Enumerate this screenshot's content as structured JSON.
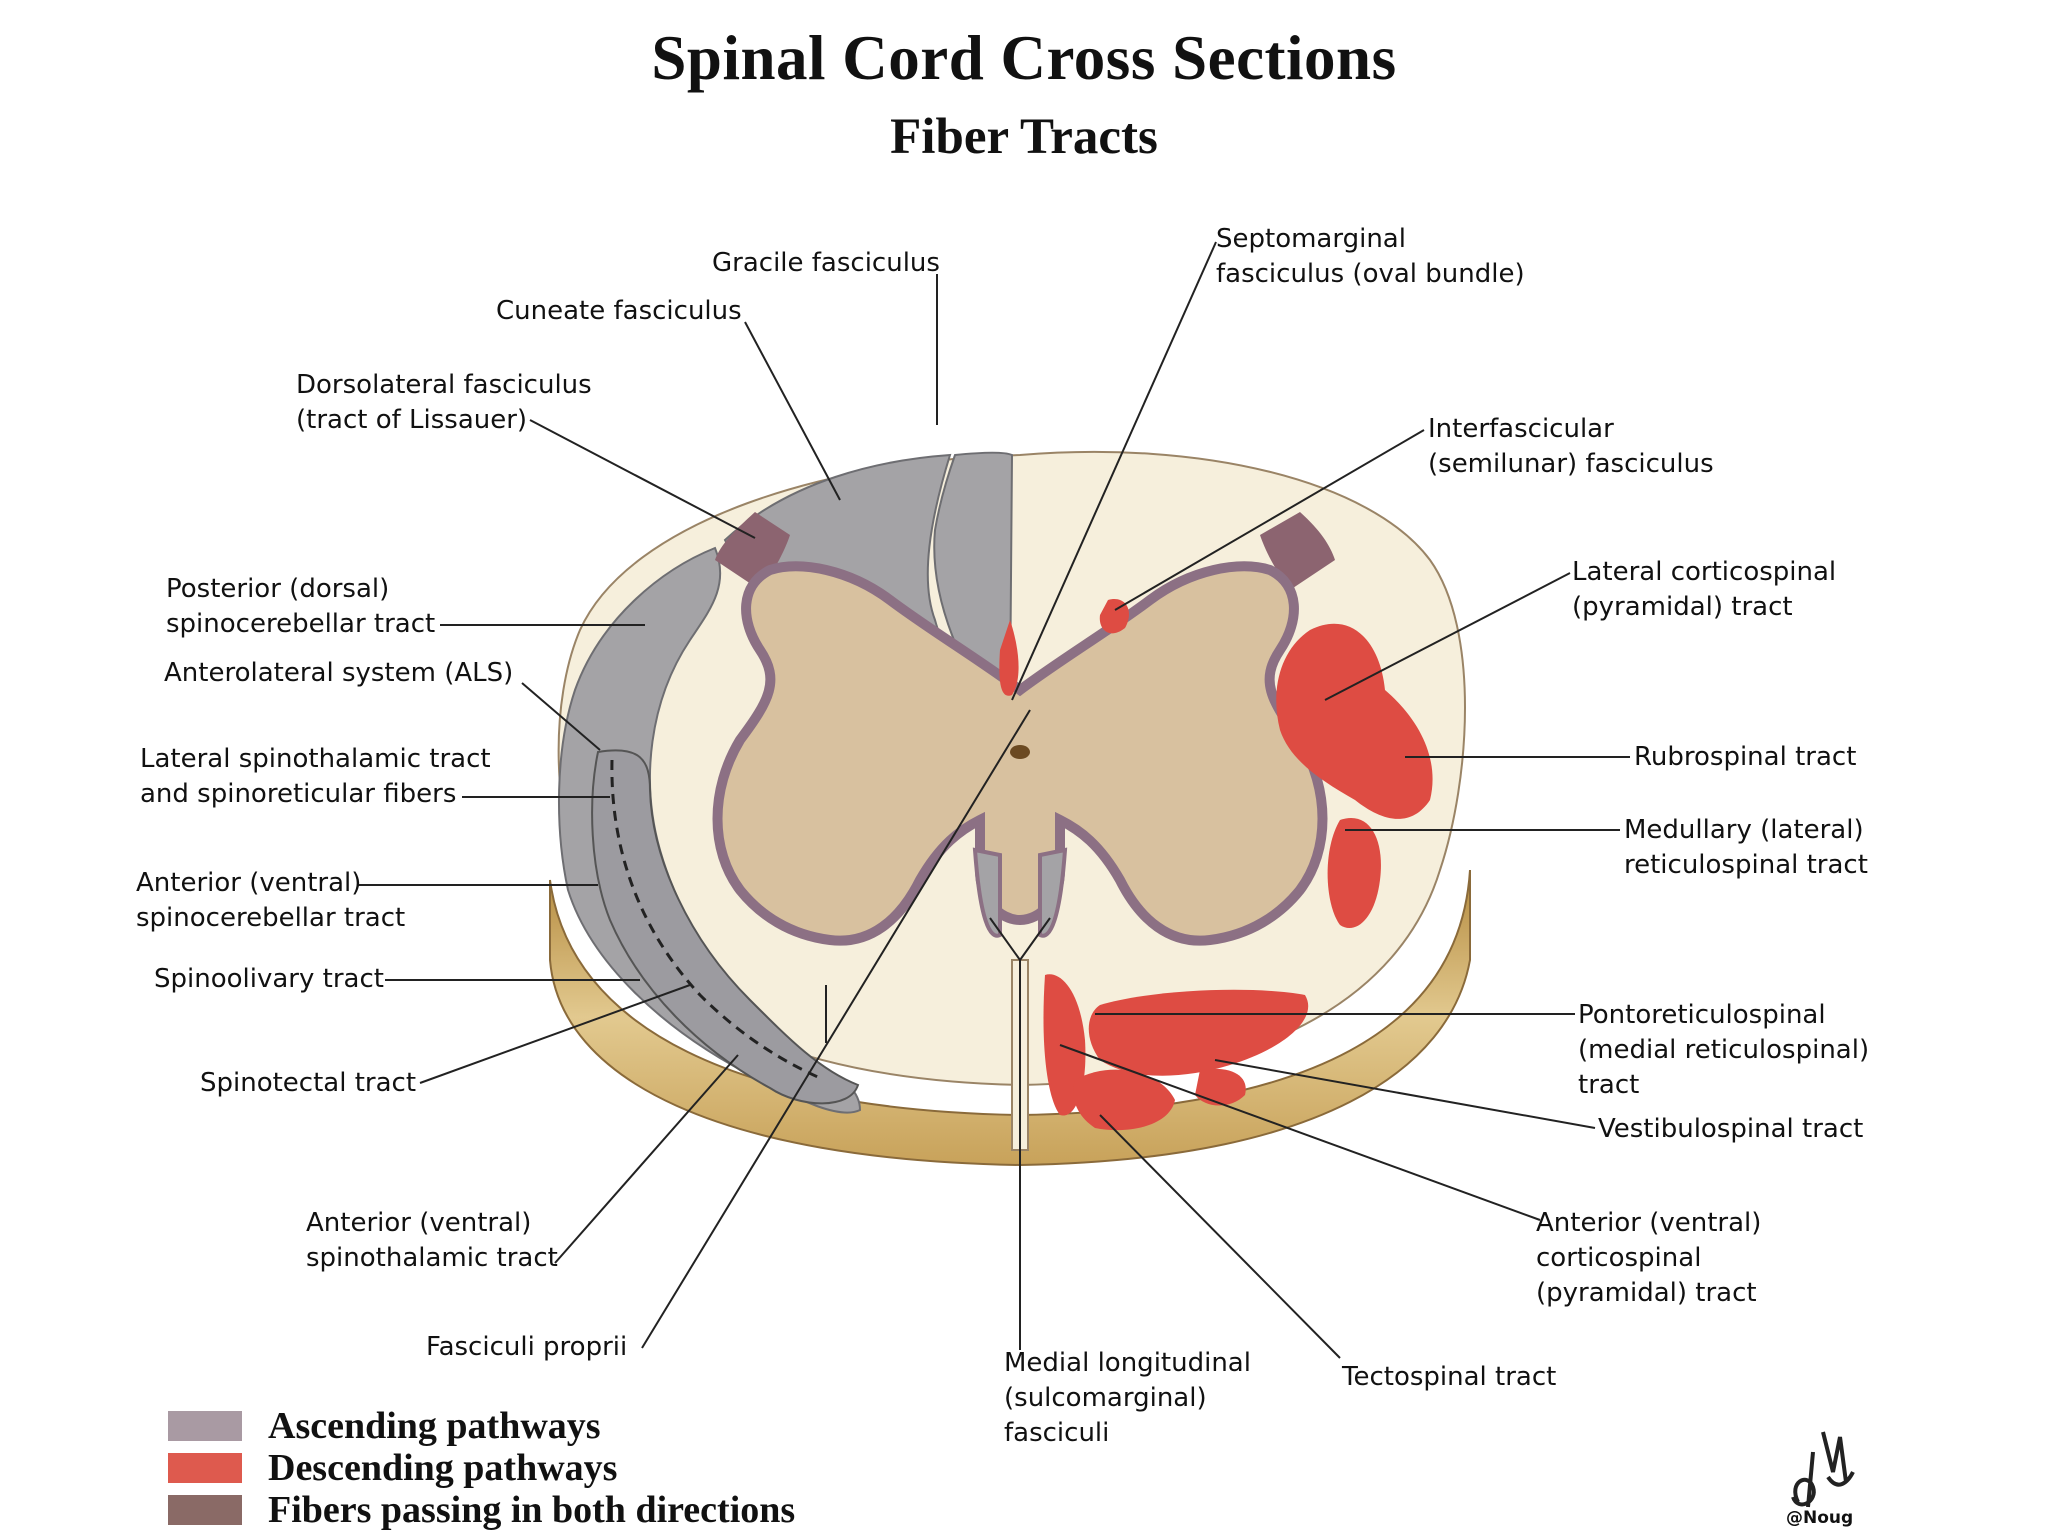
{
  "title": "Spinal Cord Cross Sections",
  "subtitle": "Fiber Tracts",
  "labels": {
    "gracile": "Gracile fasciculus",
    "cuneate": "Cuneate fasciculus",
    "dorsolateral_1": "Dorsolateral fasciculus",
    "dorsolateral_2": "(tract of Lissauer)",
    "post_spinocereb_1": "Posterior (dorsal)",
    "post_spinocereb_2": "spinocerebellar tract",
    "als": "Anterolateral system (ALS)",
    "lat_spinothal_1": "Lateral spinothalamic tract",
    "lat_spinothal_2": "and spinoreticular fibers",
    "ant_spinocereb_1": "Anterior (ventral)",
    "ant_spinocereb_2": "spinocerebellar tract",
    "spinoolivary": "Spinoolivary tract",
    "spinotectal": "Spinotectal tract",
    "ant_spinothal_1": "Anterior (ventral)",
    "ant_spinothal_2": "spinothalamic tract",
    "fasciculi_proprii": "Fasciculi proprii",
    "septomarginal_1": "Septomarginal",
    "septomarginal_2": "fasciculus (oval bundle)",
    "interfascicular_1": "Interfascicular",
    "interfascicular_2": "(semilunar) fasciculus",
    "lat_corticospinal_1": "Lateral corticospinal",
    "lat_corticospinal_2": "(pyramidal) tract",
    "rubrospinal": "Rubrospinal tract",
    "medullary_1": "Medullary (lateral)",
    "medullary_2": "reticulospinal tract",
    "pontoreticulo_1": "Pontoreticulospinal",
    "pontoreticulo_2": "(medial reticulospinal)",
    "pontoreticulo_3": "tract",
    "vestibulospinal": "Vestibulospinal tract",
    "ant_corticospinal_1": "Anterior (ventral)",
    "ant_corticospinal_2": "corticospinal",
    "ant_corticospinal_3": "(pyramidal) tract",
    "tectospinal": "Tectospinal tract",
    "medial_long_1": "Medial longitudinal",
    "medial_long_2": "(sulcomarginal)",
    "medial_long_3": "fasciculi"
  },
  "legend": [
    {
      "label": "Ascending pathways",
      "color": "#a99aa3"
    },
    {
      "label": "Descending pathways",
      "color": "#de5a4e"
    },
    {
      "label": "Fibers passing in both directions",
      "color": "#8a6a66"
    }
  ],
  "colors": {
    "white_matter": "#f6efdc",
    "gray_matter": "#d8c19f",
    "gray_outline": "#8c7084",
    "ascending": "#a4a3a6",
    "descending": "#de4c43",
    "lissauer": "#8c6470",
    "cut_surface": "#c9a766"
  },
  "signature": "@Noug"
}
